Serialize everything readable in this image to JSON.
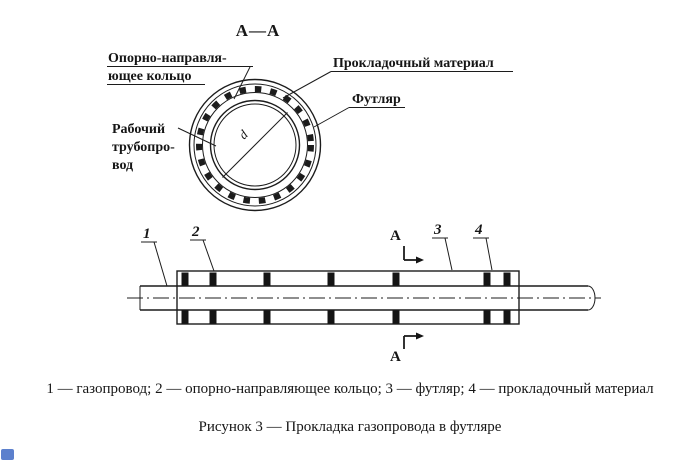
{
  "colors": {
    "ink": "#1c1c1c",
    "corner_mark": "#4a72c8"
  },
  "cross_section": {
    "title": "А—А",
    "support_ring_label": [
      "Опорно-направля-",
      "ющее кольцо"
    ],
    "gasket_label": "Прокладочный материал",
    "casing_label": "Футляр",
    "pipe_label": [
      "Рабочий",
      "трубопро-",
      "вод"
    ],
    "diameter_symbol": "d"
  },
  "longitudinal_view": {
    "callouts": [
      "1",
      "2",
      "3",
      "4"
    ],
    "section_mark": "А"
  },
  "caption": {
    "legend": "1 — газопровод; 2 — опорно-направляющее кольцо; 3 — футляр; 4 — прокладочный материал",
    "figure_title": "Рисунок 3 — Прокладка газопровода в футляре"
  }
}
